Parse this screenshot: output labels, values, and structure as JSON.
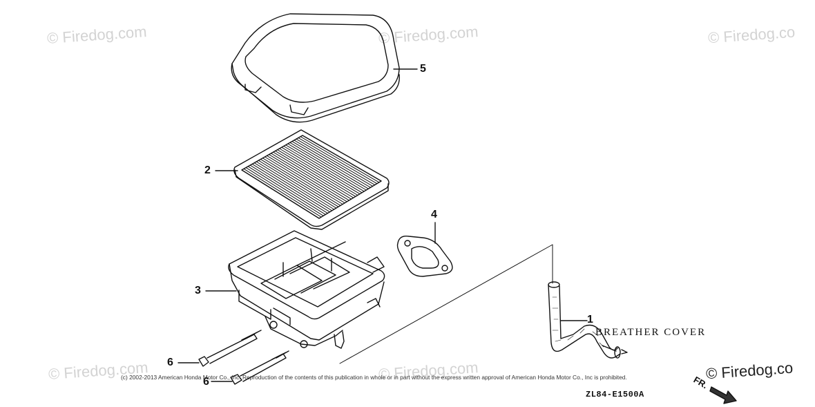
{
  "watermarks": [
    "© Firedog.com",
    "© Firedog.com",
    "© Firedog.co",
    "© Firedog.com",
    "© Firedog.com",
    "© Firedog.co"
  ],
  "copyright": "(c) 2002-2013 American Honda Motor Co., Inc. Reproduction of the contents of this publication in whole or in part without the express written approval of American Honda Motor Co., Inc is prohibited.",
  "callouts": {
    "part1": "1",
    "part2": "2",
    "part3": "3",
    "part4": "4",
    "part5": "5",
    "part6a": "6",
    "part6b": "6"
  },
  "breather_label": "BREATHER COVER",
  "diagram_code": "ZL84-E1500A",
  "front_label": "FR.",
  "parts": [
    {
      "id": "5",
      "name": "air-cleaner-cover"
    },
    {
      "id": "2",
      "name": "air-filter-element"
    },
    {
      "id": "3",
      "name": "air-cleaner-case"
    },
    {
      "id": "4",
      "name": "gasket"
    },
    {
      "id": "1",
      "name": "breather-tube"
    },
    {
      "id": "6",
      "name": "flange-bolt"
    }
  ]
}
